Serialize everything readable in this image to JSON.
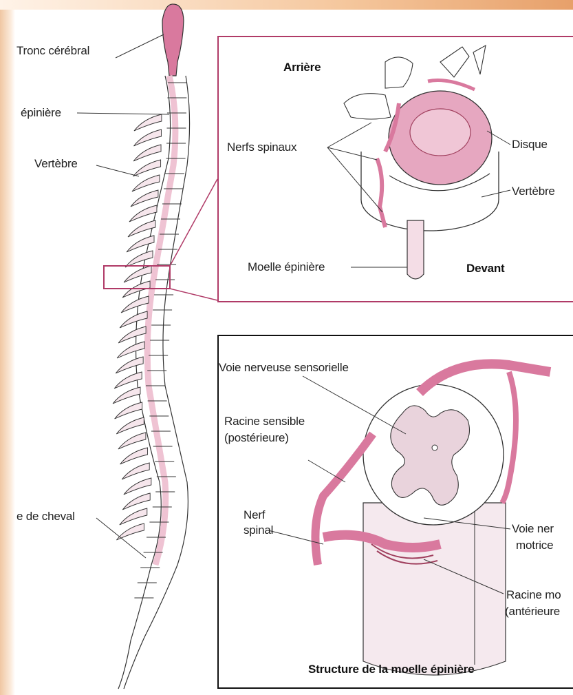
{
  "colors": {
    "pink": "#d9799e",
    "light_pink": "#efc3d3",
    "outline": "#333333",
    "panel_border_top": "#b03a67",
    "panel_border_bottom": "#111111"
  },
  "spine": {
    "labels": {
      "brainstem": "Tronc cérébral",
      "spinal_cord": "épinière",
      "vertebra": "Vertèbre",
      "cauda_equina": "e de cheval"
    }
  },
  "top_panel": {
    "back": "Arrière",
    "front": "Devant",
    "spinal_nerves": "Nerfs spinaux",
    "disc": "Disque",
    "vertebra": "Vertèbre",
    "spinal_cord": "Moelle épinière"
  },
  "bottom_panel": {
    "sensory_pathway": "Voie nerveuse sensorielle",
    "sensory_root_1": "Racine sensible",
    "sensory_root_2": "(postérieure)",
    "spinal_nerve_1": "Nerf",
    "spinal_nerve_2": "spinal",
    "motor_pathway_1": "Voie ner",
    "motor_pathway_2": "motrice",
    "motor_root_1": "Racine mo",
    "motor_root_2": "(antérieure",
    "caption": "Structure de la moelle épinière"
  }
}
